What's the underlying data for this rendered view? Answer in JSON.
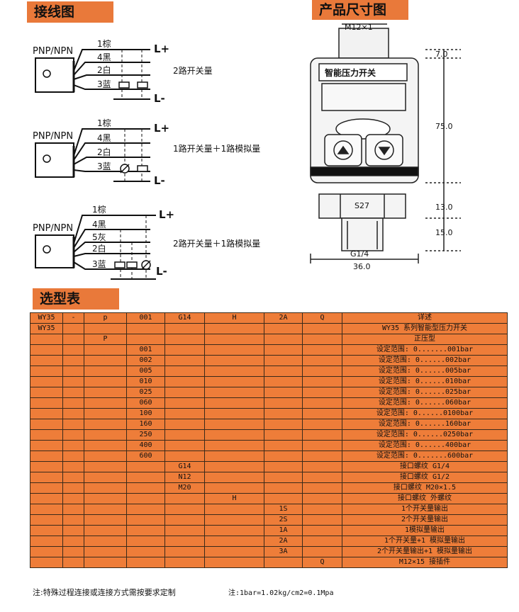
{
  "wiring": {
    "title": "接线图",
    "d1": {
      "sensor": "PNP/NPN",
      "w1": "1棕",
      "w2": "4黑",
      "w3": "2白",
      "w4": "3蓝",
      "lp": "L+",
      "lm": "L-",
      "desc": "2路开关量"
    },
    "d2": {
      "sensor": "PNP/NPN",
      "w1": "1棕",
      "w2": "4黑",
      "w3": "2白",
      "w4": "3蓝",
      "lp": "L+",
      "lm": "L-",
      "desc": "1路开关量＋1路模拟量"
    },
    "d3": {
      "sensor": "PNP/NPN",
      "w1": "1棕",
      "w2": "4黑",
      "w3": "5灰",
      "w4": "2白",
      "w5": "3蓝",
      "lp": "L+",
      "lm": "L-",
      "desc": "2路开关量＋1路模拟量"
    }
  },
  "dims": {
    "title": "产品尺寸图",
    "thread": "M12×1",
    "device_label": "智能压力开关",
    "hex": "S27",
    "port": "G1/4",
    "d_top": "7.0",
    "d_body": "75.0",
    "d_hex": "13.0",
    "d_port": "15.0",
    "width": "36.0"
  },
  "selection": {
    "title": "选型表",
    "header": [
      "WY35",
      "-",
      "p",
      "001",
      "G14",
      "H",
      "2A",
      "Q",
      "详述"
    ],
    "rows": [
      [
        "WY35",
        "",
        "",
        "",
        "",
        "",
        "",
        "",
        "WY35 系列智能型压力开关"
      ],
      [
        "",
        "",
        "P",
        "",
        "",
        "",
        "",
        "",
        "正压型"
      ],
      [
        "",
        "",
        "",
        "001",
        "",
        "",
        "",
        "",
        "设定范围:  0.......001bar"
      ],
      [
        "",
        "",
        "",
        "002",
        "",
        "",
        "",
        "",
        "设定范围:  0......002bar"
      ],
      [
        "",
        "",
        "",
        "005",
        "",
        "",
        "",
        "",
        "设定范围:  0......005bar"
      ],
      [
        "",
        "",
        "",
        "010",
        "",
        "",
        "",
        "",
        "设定范围:  0......010bar"
      ],
      [
        "",
        "",
        "",
        "025",
        "",
        "",
        "",
        "",
        "设定范围:  0......025bar"
      ],
      [
        "",
        "",
        "",
        "060",
        "",
        "",
        "",
        "",
        "设定范围:  0......060bar"
      ],
      [
        "",
        "",
        "",
        "100",
        "",
        "",
        "",
        "",
        "设定范围:  0......0100bar"
      ],
      [
        "",
        "",
        "",
        "160",
        "",
        "",
        "",
        "",
        "设定范围:  0......160bar"
      ],
      [
        "",
        "",
        "",
        "250",
        "",
        "",
        "",
        "",
        "设定范围:  0......0250bar"
      ],
      [
        "",
        "",
        "",
        "400",
        "",
        "",
        "",
        "",
        "设定范围:  0......400bar"
      ],
      [
        "",
        "",
        "",
        "600",
        "",
        "",
        "",
        "",
        "设定范围:  0.......600bar"
      ],
      [
        "",
        "",
        "",
        "",
        "G14",
        "",
        "",
        "",
        "接口螺纹  G1/4"
      ],
      [
        "",
        "",
        "",
        "",
        "N12",
        "",
        "",
        "",
        "接口螺纹  G1/2"
      ],
      [
        "",
        "",
        "",
        "",
        "M20",
        "",
        "",
        "",
        "接口螺纹 M20×1.5"
      ],
      [
        "",
        "",
        "",
        "",
        "",
        "H",
        "",
        "",
        "接口螺纹   外螺纹"
      ],
      [
        "",
        "",
        "",
        "",
        "",
        "",
        "1S",
        "",
        "1个开关量输出"
      ],
      [
        "",
        "",
        "",
        "",
        "",
        "",
        "2S",
        "",
        "2个开关量输出"
      ],
      [
        "",
        "",
        "",
        "",
        "",
        "",
        "1A",
        "",
        "1模拟量输出"
      ],
      [
        "",
        "",
        "",
        "",
        "",
        "",
        "2A",
        "",
        "1个开关量+1 模拟量输出"
      ],
      [
        "",
        "",
        "",
        "",
        "",
        "",
        "3A",
        "",
        "2个开关量输出+1 模拟量输出"
      ],
      [
        "",
        "",
        "",
        "",
        "",
        "",
        "",
        "Q",
        "M12×15 接插件"
      ]
    ]
  },
  "notes": {
    "left": "注:特殊过程连接或连接方式需按要求定制",
    "right": "注:1bar=1.02kg/cm2=0.1Mpa"
  }
}
